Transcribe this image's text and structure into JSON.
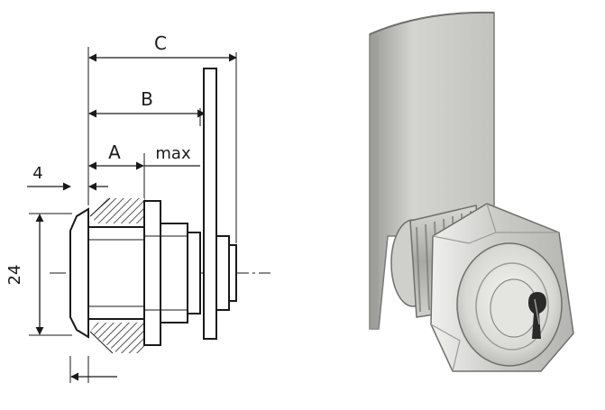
{
  "drawing": {
    "labels": {
      "c": "C",
      "b": "B",
      "a": "A",
      "max": "max",
      "four": "4",
      "twenty_four": "24"
    }
  },
  "photo": {
    "subject": "cam lock"
  },
  "colors": {
    "ink": "#1a1a1a",
    "metal_light": "#e6e6e4",
    "metal_mid": "#bdbdba",
    "metal_dark": "#8a8a87"
  }
}
